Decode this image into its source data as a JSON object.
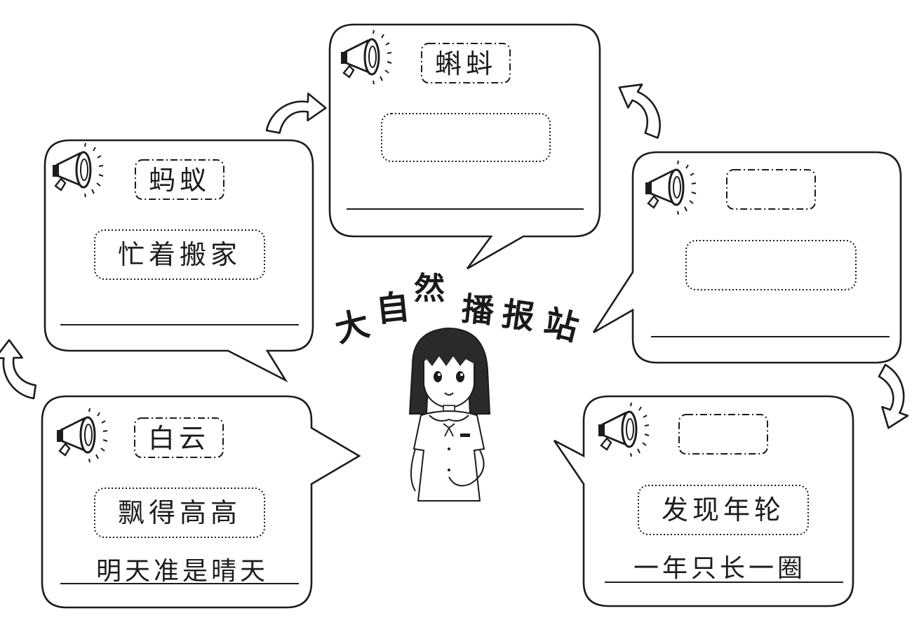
{
  "title": [
    "大",
    "自",
    "然",
    "播",
    "报",
    "站"
  ],
  "cards": [
    {
      "id": "top",
      "name": "蝌蚪",
      "action": "",
      "extra": ""
    },
    {
      "id": "left-upper",
      "name": "蚂蚁",
      "action": "忙着搬家",
      "extra": ""
    },
    {
      "id": "right-upper",
      "name": "",
      "action": "",
      "extra": ""
    },
    {
      "id": "left-lower",
      "name": "白云",
      "action": "飘得高高",
      "extra": "明天准是晴天"
    },
    {
      "id": "right-lower",
      "name": "",
      "action": "发现年轮",
      "extra": "一年只长一圈"
    }
  ],
  "icons": {
    "speaker": "megaphone-icon",
    "flow_arrow": "curved-arrow-icon",
    "character": "girl-announcer"
  },
  "colors": {
    "ink": "#1c1c1c",
    "paper": "#ffffff",
    "hair": "#2a2a2a"
  }
}
